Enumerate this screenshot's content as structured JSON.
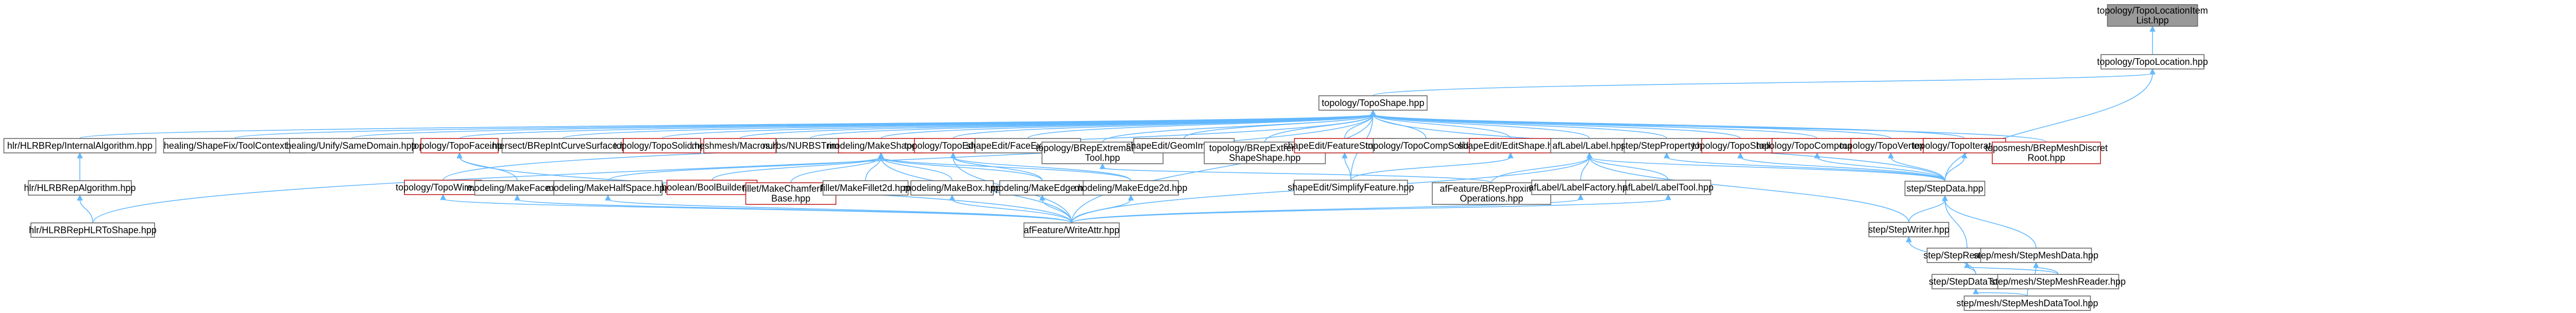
{
  "nodes": [
    {
      "id": "root",
      "lines": [
        "topology/TopoLocationItem",
        "List.hpp"
      ],
      "style": "selected"
    },
    {
      "id": "toploc",
      "lines": [
        "topology/TopoLocation.hpp"
      ],
      "style": "normal"
    },
    {
      "id": "topshape",
      "lines": [
        "topology/TopoShape.hpp"
      ],
      "style": "normal"
    },
    {
      "id": "hlrpalgo",
      "lines": [
        "hlr/HLRBRep/InternalAlgorithm.hpp"
      ],
      "style": "normal"
    },
    {
      "id": "healfix",
      "lines": [
        "healing/ShapeFix/ToolContext.hpp"
      ],
      "style": "normal"
    },
    {
      "id": "healunify",
      "lines": [
        "healing/Unify/SameDomain.hpp"
      ],
      "style": "normal"
    },
    {
      "id": "topoface",
      "lines": [
        "topology/TopoFace.hpp"
      ],
      "style": "red"
    },
    {
      "id": "intersect",
      "lines": [
        "intersect/BRepIntCurveSurface.hpp"
      ],
      "style": "normal"
    },
    {
      "id": "toposolid",
      "lines": [
        "topology/TopoSolid.hpp"
      ],
      "style": "red"
    },
    {
      "id": "meshmacros",
      "lines": [
        "meshmesh/Macros.hpp"
      ],
      "style": "red"
    },
    {
      "id": "nurbs",
      "lines": [
        "nurbs/NURBSTrim.hpp"
      ],
      "style": "normal"
    },
    {
      "id": "makeshape",
      "lines": [
        "modeling/MakeShape.hpp"
      ],
      "style": "red"
    },
    {
      "id": "topoedge",
      "lines": [
        "topology/TopoEdge.hpp"
      ],
      "style": "red"
    },
    {
      "id": "faceext",
      "lines": [
        "shapeEdit/FaceExtension.hpp"
      ],
      "style": "normal"
    },
    {
      "id": "extprox",
      "lines": [
        "topology/BRepExtremaProximity",
        "Tool.hpp"
      ],
      "style": "normal"
    },
    {
      "id": "geomimprint",
      "lines": [
        "shapeEdit/GeomImprint.hpp"
      ],
      "style": "normal"
    },
    {
      "id": "extdist",
      "lines": [
        "topology/BRepExtremaDist",
        "ShapeShape.hpp"
      ],
      "style": "normal"
    },
    {
      "id": "featstructs",
      "lines": [
        "shapeEdit/FeatureStructs.hpp"
      ],
      "style": "red"
    },
    {
      "id": "compsolid",
      "lines": [
        "topology/TopoCompSolid.hpp"
      ],
      "style": "normal"
    },
    {
      "id": "editshape",
      "lines": [
        "shapeEdit/EditShape.hpp"
      ],
      "style": "red"
    },
    {
      "id": "aflabel",
      "lines": [
        "afLabel/Label.hpp"
      ],
      "style": "normal"
    },
    {
      "id": "stepprop",
      "lines": [
        "step/StepProperty.hpp"
      ],
      "style": "normal"
    },
    {
      "id": "toposhell",
      "lines": [
        "topology/TopoShell.hpp"
      ],
      "style": "red"
    },
    {
      "id": "topocomp",
      "lines": [
        "topology/TopoCompound.hpp"
      ],
      "style": "red"
    },
    {
      "id": "topovertex",
      "lines": [
        "topology/TopoVertex.hpp"
      ],
      "style": "red"
    },
    {
      "id": "topoiter",
      "lines": [
        "topology/TopoIterator.hpp"
      ],
      "style": "red"
    },
    {
      "id": "meshdiscret",
      "lines": [
        "toposmesh/BRepMeshDiscret",
        "Root.hpp"
      ],
      "style": "red"
    },
    {
      "id": "hlrpalgo2",
      "lines": [
        "hlr/HLRBRepAlgorithm.hpp"
      ],
      "style": "normal"
    },
    {
      "id": "topowire",
      "lines": [
        "topology/TopoWire.hpp"
      ],
      "style": "red"
    },
    {
      "id": "makeface",
      "lines": [
        "modeling/MakeFace.hpp"
      ],
      "style": "normal"
    },
    {
      "id": "halfspace",
      "lines": [
        "modeling/MakeHalfSpace.hpp"
      ],
      "style": "normal"
    },
    {
      "id": "boolbuilder",
      "lines": [
        "boolean/BoolBuilder.hpp"
      ],
      "style": "red"
    },
    {
      "id": "chamfer",
      "lines": [
        "fillet/MakeChamferFillet",
        "Base.hpp"
      ],
      "style": "red"
    },
    {
      "id": "fillet2d",
      "lines": [
        "fillet/MakeFillet2d.hpp"
      ],
      "style": "normal"
    },
    {
      "id": "makebox",
      "lines": [
        "modeling/MakeBox.hpp"
      ],
      "style": "normal"
    },
    {
      "id": "makeedge",
      "lines": [
        "modeling/MakeEdge.hpp"
      ],
      "style": "normal"
    },
    {
      "id": "makeedge2d",
      "lines": [
        "modeling/MakeEdge2d.hpp"
      ],
      "style": "normal"
    },
    {
      "id": "simplify",
      "lines": [
        "shapeEdit/SimplifyFeature.hpp"
      ],
      "style": "normal"
    },
    {
      "id": "featprox",
      "lines": [
        "afFeature/BRepProximity",
        "Operations.hpp"
      ],
      "style": "normal"
    },
    {
      "id": "labelfactory",
      "lines": [
        "afLabel/LabelFactory.hpp"
      ],
      "style": "normal"
    },
    {
      "id": "labeltool",
      "lines": [
        "afLabel/LabelTool.hpp"
      ],
      "style": "normal"
    },
    {
      "id": "stepdata",
      "lines": [
        "step/StepData.hpp"
      ],
      "style": "normal"
    },
    {
      "id": "hlrtoshape",
      "lines": [
        "hlr/HLRBRepHLRToShape.hpp"
      ],
      "style": "normal"
    },
    {
      "id": "writeattr",
      "lines": [
        "afFeature/WriteAttr.hpp"
      ],
      "style": "normal"
    },
    {
      "id": "stepwriter",
      "lines": [
        "step/StepWriter.hpp"
      ],
      "style": "normal"
    },
    {
      "id": "stepreader",
      "lines": [
        "step/StepReader.hpp"
      ],
      "style": "normal"
    },
    {
      "id": "stepmeshdata",
      "lines": [
        "step/mesh/StepMeshData.hpp"
      ],
      "style": "normal"
    },
    {
      "id": "stepdatatool",
      "lines": [
        "step/StepDataTool.hpp"
      ],
      "style": "normal"
    },
    {
      "id": "stepmeshreader",
      "lines": [
        "step/mesh/StepMeshReader.hpp"
      ],
      "style": "normal"
    },
    {
      "id": "stepmeshdatatool",
      "lines": [
        "step/mesh/StepMeshDataTool.hpp"
      ],
      "style": "normal"
    }
  ],
  "edges": [
    [
      "toploc",
      "root"
    ],
    [
      "topshape",
      "toploc"
    ],
    [
      "stepdata",
      "toploc"
    ],
    [
      "hlrpalgo",
      "topshape"
    ],
    [
      "healfix",
      "topshape"
    ],
    [
      "healunify",
      "topshape"
    ],
    [
      "topoface",
      "topshape"
    ],
    [
      "intersect",
      "topshape"
    ],
    [
      "toposolid",
      "topshape"
    ],
    [
      "meshmacros",
      "topshape"
    ],
    [
      "nurbs",
      "topshape"
    ],
    [
      "makeshape",
      "topshape"
    ],
    [
      "topoedge",
      "topshape"
    ],
    [
      "faceext",
      "topshape"
    ],
    [
      "extprox",
      "topshape"
    ],
    [
      "geomimprint",
      "topshape"
    ],
    [
      "extdist",
      "topshape"
    ],
    [
      "featstructs",
      "topshape"
    ],
    [
      "compsolid",
      "topshape"
    ],
    [
      "editshape",
      "topshape"
    ],
    [
      "aflabel",
      "topshape"
    ],
    [
      "stepprop",
      "topshape"
    ],
    [
      "toposhell",
      "topshape"
    ],
    [
      "topocomp",
      "topshape"
    ],
    [
      "topovertex",
      "topshape"
    ],
    [
      "topoiter",
      "topshape"
    ],
    [
      "meshdiscret",
      "topshape"
    ],
    [
      "topowire",
      "topshape"
    ],
    [
      "hlrtoshape",
      "topshape"
    ],
    [
      "writeattr",
      "topshape"
    ],
    [
      "simplify",
      "topshape"
    ],
    [
      "stepdata",
      "topshape"
    ],
    [
      "hlrpalgo2",
      "hlrpalgo"
    ],
    [
      "hlrtoshape",
      "hlrpalgo2"
    ],
    [
      "makeface",
      "topoface"
    ],
    [
      "writeattr",
      "topoface"
    ],
    [
      "halfspace",
      "makeshape"
    ],
    [
      "boolbuilder",
      "makeshape"
    ],
    [
      "chamfer",
      "makeshape"
    ],
    [
      "fillet2d",
      "makeshape"
    ],
    [
      "makebox",
      "makeshape"
    ],
    [
      "makeedge",
      "makeshape"
    ],
    [
      "makeedge2d",
      "makeshape"
    ],
    [
      "writeattr",
      "makeshape"
    ],
    [
      "makeedge",
      "topoedge"
    ],
    [
      "makeedge2d",
      "topoedge"
    ],
    [
      "writeattr",
      "topoedge"
    ],
    [
      "simplify",
      "featstructs"
    ],
    [
      "simplify",
      "editshape"
    ],
    [
      "featprox",
      "aflabel"
    ],
    [
      "labelfactory",
      "aflabel"
    ],
    [
      "labeltool",
      "aflabel"
    ],
    [
      "stepdata",
      "aflabel"
    ],
    [
      "stepwriter",
      "aflabel"
    ],
    [
      "writeattr",
      "aflabel"
    ],
    [
      "stepdata",
      "stepprop"
    ],
    [
      "stepdata",
      "toposhell"
    ],
    [
      "stepdata",
      "topocomp"
    ],
    [
      "stepdata",
      "topovertex"
    ],
    [
      "stepdata",
      "topoiter"
    ],
    [
      "featprox",
      "extprox"
    ],
    [
      "writeattr",
      "makeface"
    ],
    [
      "writeattr",
      "halfspace"
    ],
    [
      "writeattr",
      "makebox"
    ],
    [
      "writeattr",
      "makeedge"
    ],
    [
      "writeattr",
      "makeedge2d"
    ],
    [
      "writeattr",
      "labelfactory"
    ],
    [
      "writeattr",
      "labeltool"
    ],
    [
      "writeattr",
      "topowire"
    ],
    [
      "stepwriter",
      "stepdata"
    ],
    [
      "stepreader",
      "stepdata"
    ],
    [
      "stepmeshdata",
      "stepdata"
    ],
    [
      "stepdatatool",
      "stepwriter"
    ],
    [
      "stepdatatool",
      "stepreader"
    ],
    [
      "stepmeshreader",
      "stepreader"
    ],
    [
      "stepmeshreader",
      "stepmeshdata"
    ],
    [
      "stepmeshdatatool",
      "stepdatatool"
    ],
    [
      "stepmeshdatatool",
      "stepmeshdata"
    ]
  ],
  "colors": {
    "edge": "#63b8ff",
    "box_border": "#666666",
    "box_border_highlight": "#bf2020",
    "selected_fill": "#999999",
    "background": "#ffffff"
  }
}
